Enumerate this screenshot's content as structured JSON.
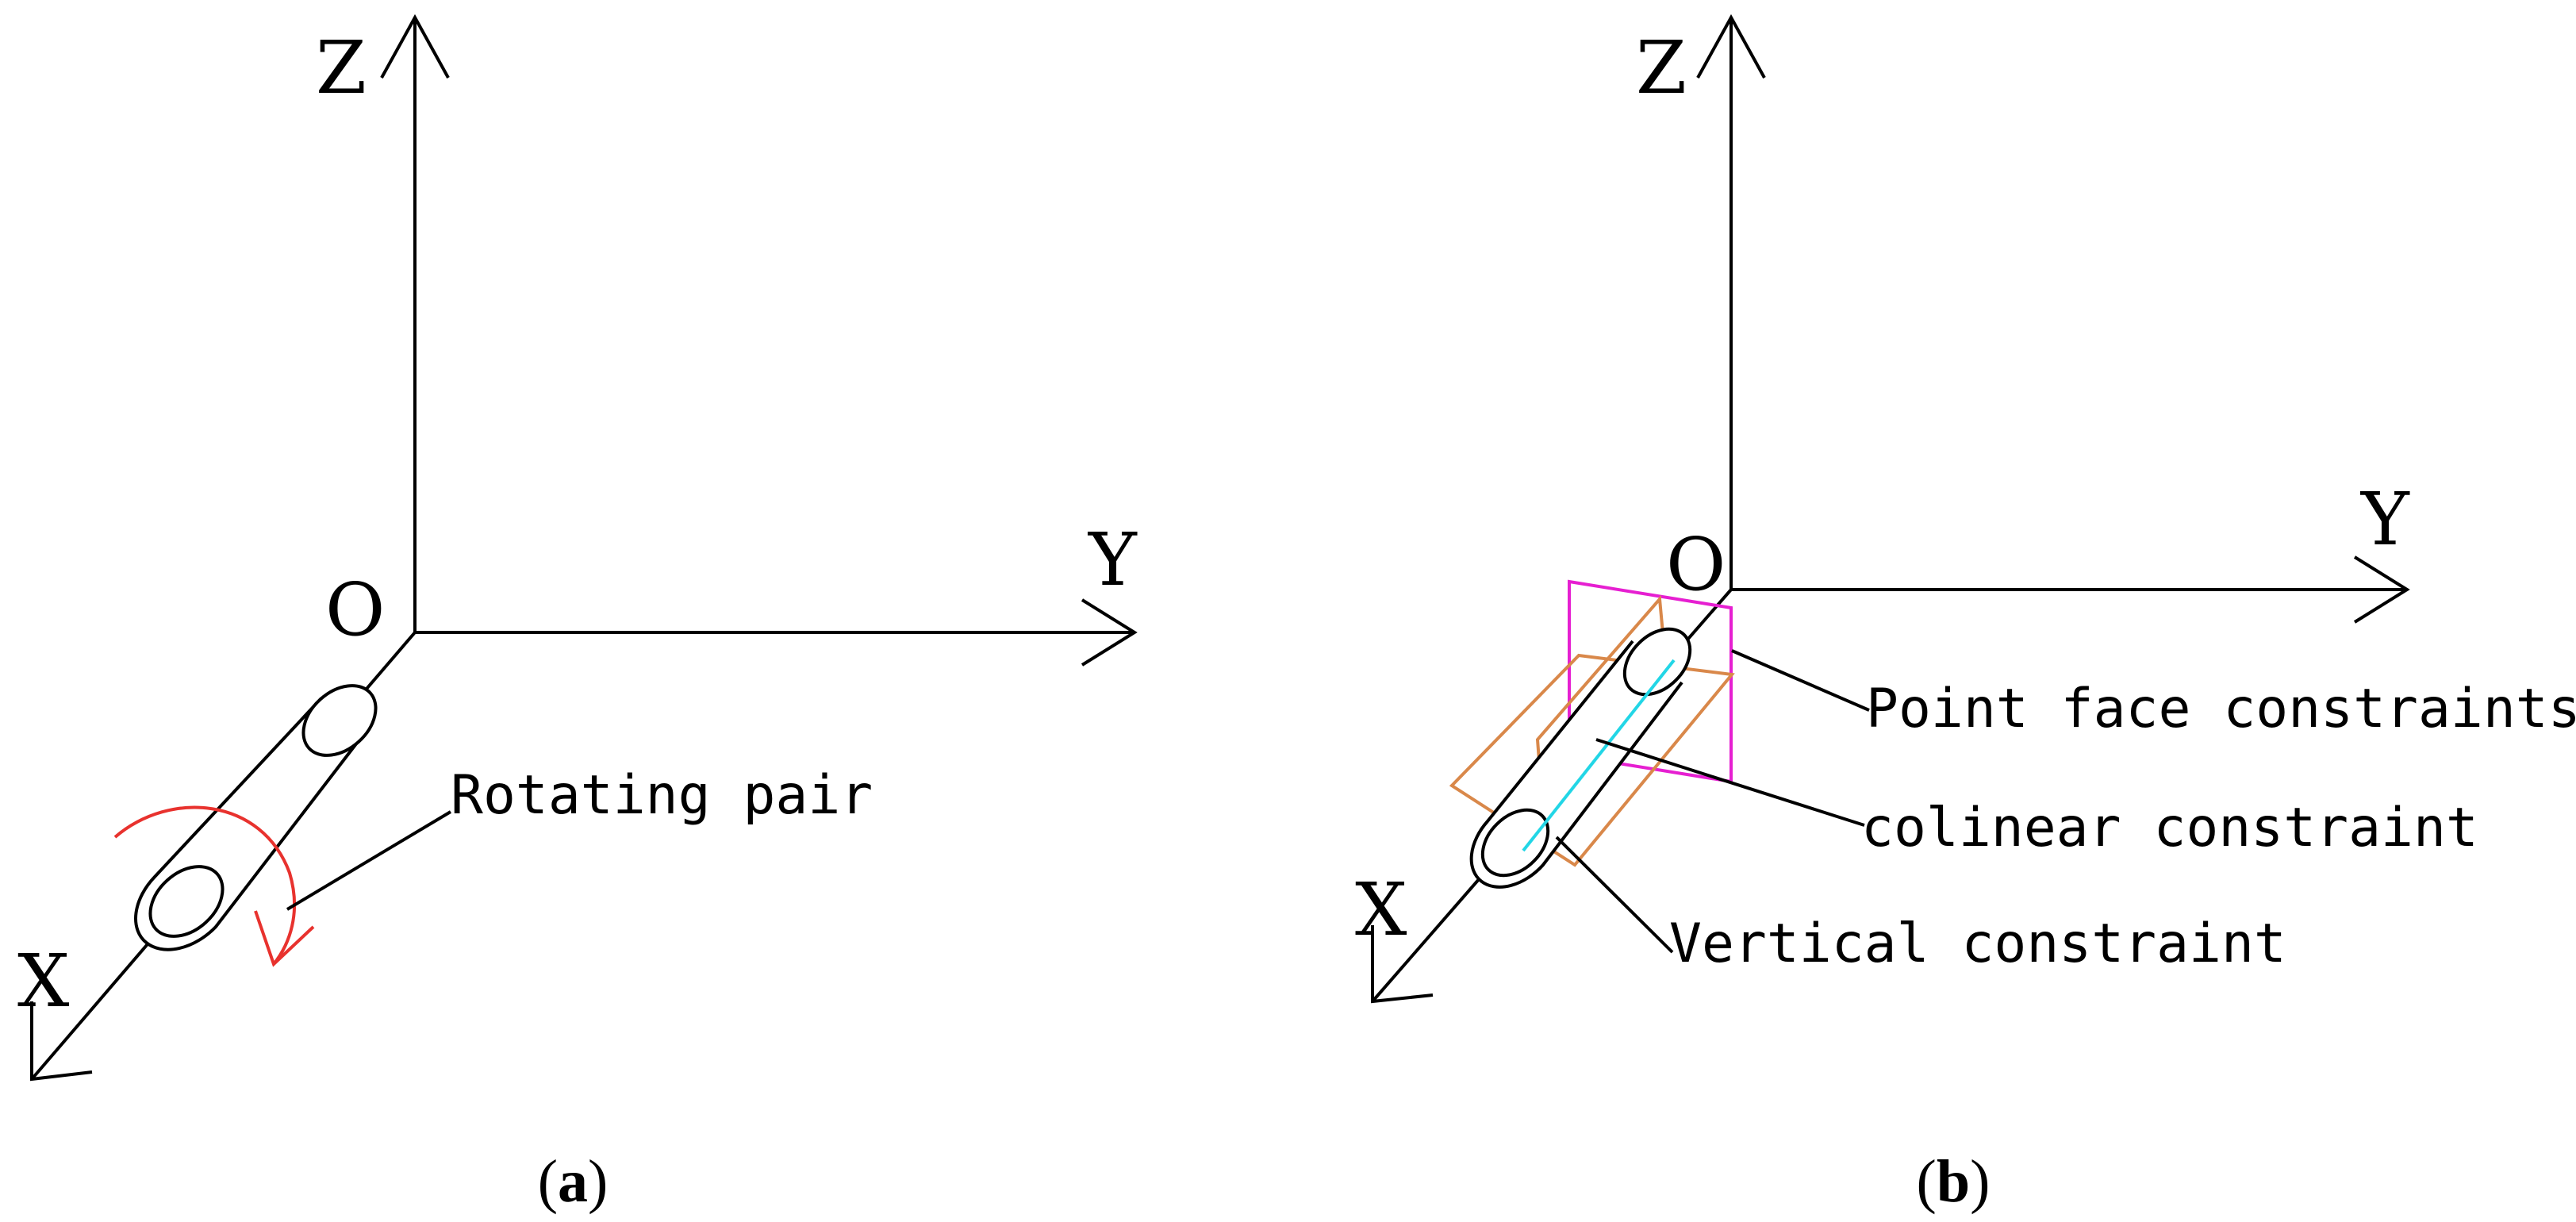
{
  "panel_a": {
    "axes": {
      "z": "Z",
      "y": "Y",
      "x": "X",
      "origin": "O"
    },
    "callouts": {
      "rotating_pair": "Rotating pair"
    },
    "caption": {
      "open": "(",
      "letter": "a",
      "close": ")"
    }
  },
  "panel_b": {
    "axes": {
      "z": "Z",
      "y": "Y",
      "x": "X",
      "origin": "O"
    },
    "callouts": {
      "point_face": "Point face constraints",
      "colinear": "colinear constraint",
      "vertical": "Vertical constraint"
    },
    "caption": {
      "open": "(",
      "letter": "b",
      "close": ")"
    }
  },
  "colors": {
    "line": "#000000",
    "rotation_arrow": "#e8322e",
    "point_face_plane": "#e61fd1",
    "vertical_plane": "#d9884a",
    "colinear_axis": "#22d6e6"
  }
}
